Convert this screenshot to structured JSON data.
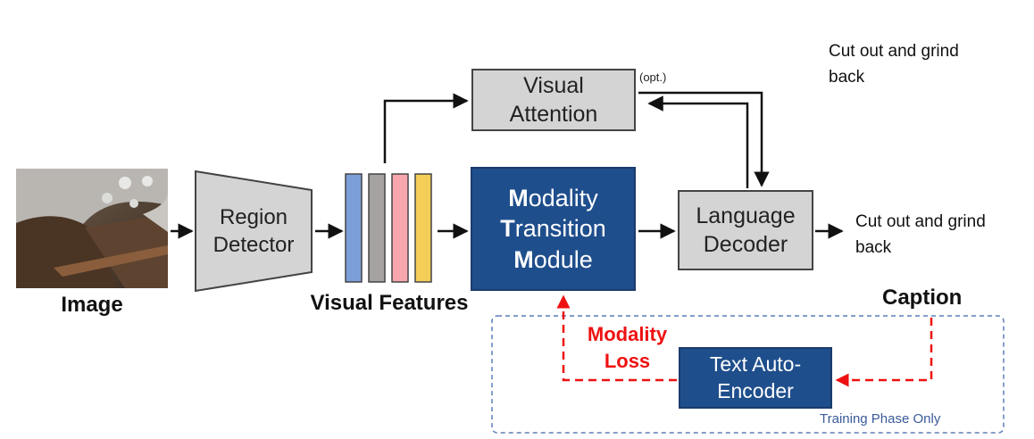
{
  "image_label": "Image",
  "region_detector": {
    "line1": "Region",
    "line2": "Detector"
  },
  "visual_features_label": "Visual Features",
  "visual_attention": {
    "line1": "Visual",
    "line2": "Attention"
  },
  "opt_label": "(opt.)",
  "modality_transition": {
    "w1_cap": "M",
    "w1_rest": "odality",
    "w2_cap": "T",
    "w2_rest": "ransition",
    "w3_cap": "M",
    "w3_rest": "odule"
  },
  "language_decoder": {
    "line1": "Language",
    "line2": "Decoder"
  },
  "caption_label": "Caption",
  "text_auto_encoder": {
    "line1": "Text Auto-",
    "line2": "Encoder"
  },
  "modality_loss": {
    "line1": "Modality",
    "line2": "Loss"
  },
  "training_phase": "Training Phase Only",
  "note_top": {
    "line1": "Cut out and grind",
    "line2": "back"
  },
  "note_right": {
    "line1": "Cut out and grind",
    "line2": "back"
  },
  "feature_bar_colors": [
    "#7d9fd9",
    "#a7a2a2",
    "#f7a6ad",
    "#f5ce58"
  ],
  "colors": {
    "box_gray": "#d4d4d4",
    "module_blue": "#1f4e8c",
    "loss_red": "#ee1111",
    "dashed_border": "#5f7fb8"
  }
}
